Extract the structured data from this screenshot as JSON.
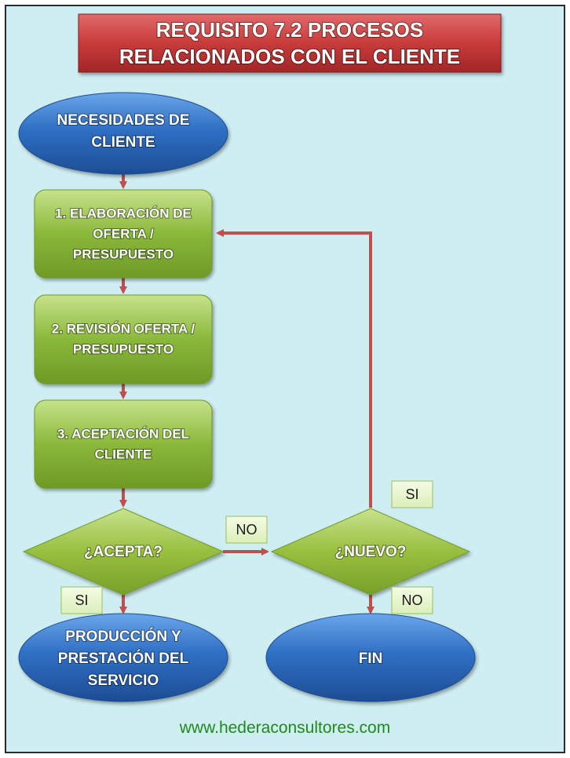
{
  "title": {
    "line1": "REQUISITO 7.2 PROCESOS",
    "line2": "RELACIONADOS CON EL CLIENTE"
  },
  "nodes": {
    "start": {
      "line1": "NECESIDADES DE",
      "line2": "CLIENTE"
    },
    "step1": {
      "line1": "1. ELABORACIÓN  DE",
      "line2": "OFERTA /",
      "line3": "PRESUPUESTO"
    },
    "step2": {
      "line1": "2. REVISIÓN  OFERTA /",
      "line2": "PRESUPUESTO"
    },
    "step3": {
      "line1": "3. ACEPTACIÓN  DEL",
      "line2": "CLIENTE"
    },
    "decision_accept": {
      "label": "¿ACEPTA?"
    },
    "decision_new": {
      "label": "¿NUEVO?"
    },
    "production": {
      "line1": "PRODUCCIÓN Y",
      "line2": "PRESTACIÓN DEL",
      "line3": "SERVICIO"
    },
    "end": {
      "label": "FIN"
    }
  },
  "edge_labels": {
    "accept_yes": "SI",
    "accept_no": "NO",
    "new_yes": "SI",
    "new_no": "NO"
  },
  "footer": {
    "url": "www.hederaconsultores.com"
  },
  "colors": {
    "title_fill": "#c83b3b",
    "oval_fill": "#2f6fc4",
    "box_fill": "#8ab83a",
    "diamond_fill": "#98bf3e",
    "arrow": "#c0504d",
    "label_fill": "#e6f5c8",
    "background": "#cfeef2",
    "footer_text": "#1e8a1e"
  }
}
